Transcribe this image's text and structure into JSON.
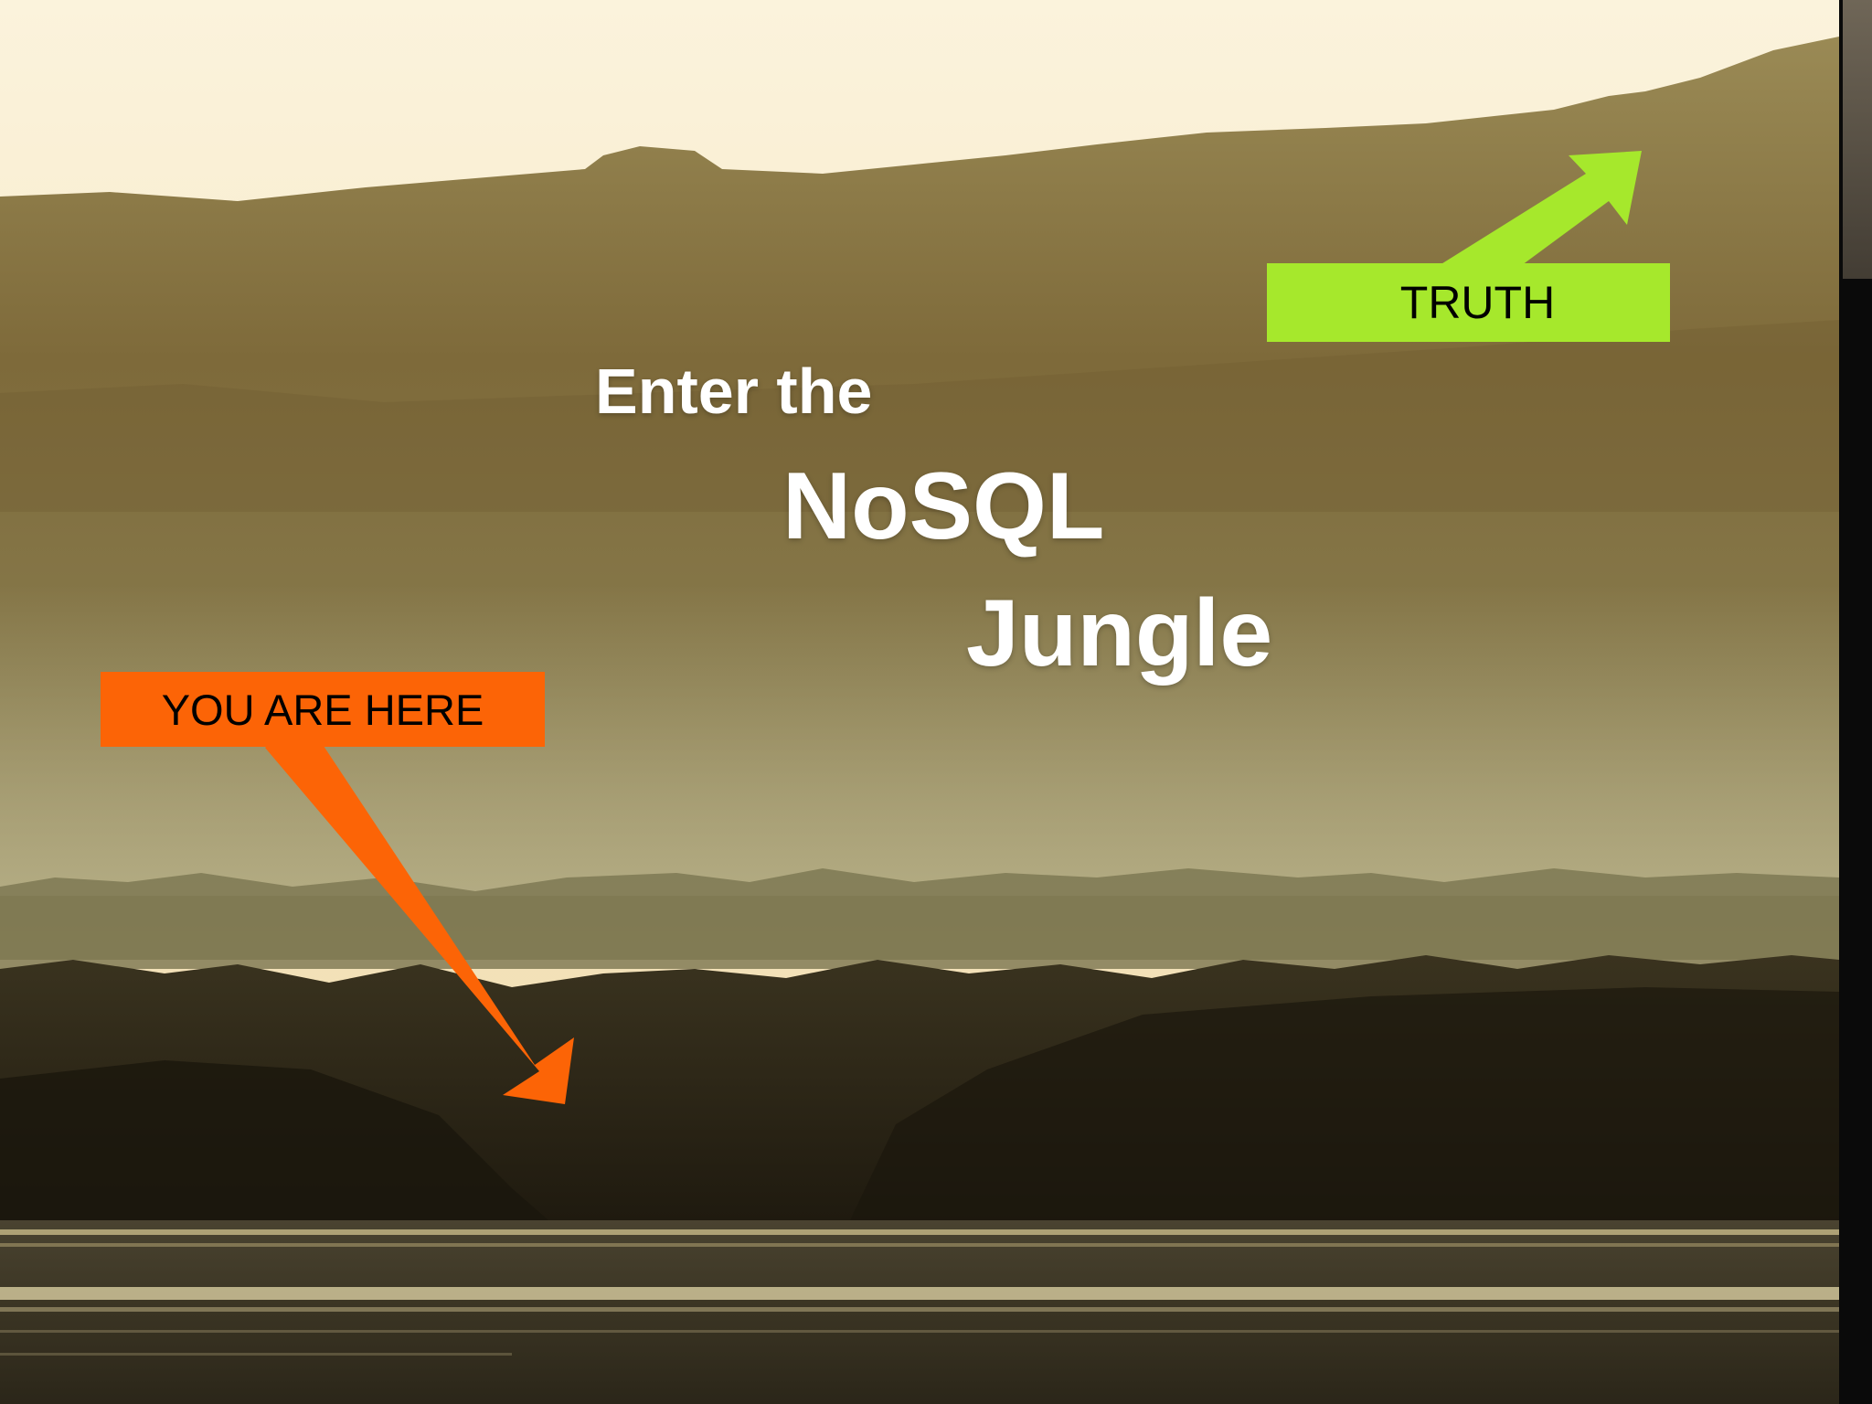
{
  "slide": {
    "title_lines": [
      "Enter the",
      "NoSQL",
      "Jungle"
    ],
    "callouts": {
      "you_are_here": {
        "label": "YOU ARE HERE",
        "color": "#fc6406"
      },
      "truth": {
        "label": "TRUTH",
        "color": "#a6e82c"
      }
    }
  },
  "theme": {
    "title_color": "#ffffff",
    "sky_color": "#fbf3dc",
    "hill_color": "#7b6a3b",
    "forest_color": "#1f1a0f"
  }
}
